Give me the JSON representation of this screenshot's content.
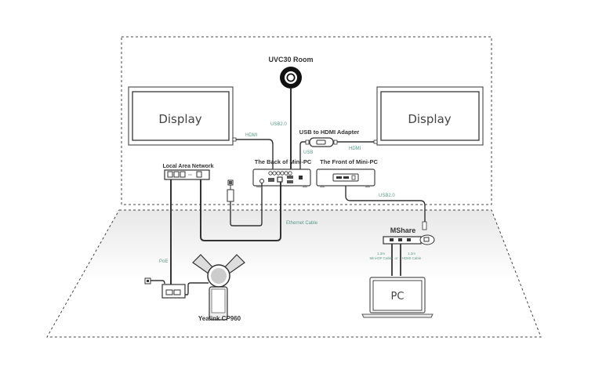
{
  "diagram": {
    "title": "Yealink room system connection diagram",
    "devices": {
      "camera": "UVC30 Room",
      "display_left": "Display",
      "display_right": "Display",
      "adapter": "USB to HDMI Adapter",
      "lan": "Local Area Network",
      "minipc_back": "The Back of Mini-PC",
      "minipc_front": "The Front of Mini-PC",
      "mshare": "MShare",
      "phone": "Yealink CP960",
      "pc": "PC"
    },
    "cables": {
      "usb20_camera": "USB2.0",
      "hdmi_left": "HDMI",
      "hdmi_right": "HDMI",
      "usb_adapter": "USB",
      "usb20_front": "USB2.0",
      "ethernet": "Ethernet Cable",
      "poe": "PoE",
      "minidp_len": "1.2m",
      "minidp": "Mini-DP Cable",
      "or": "or",
      "hdmi_len": "1.2m",
      "hdmi_cable": "HDMI Cable"
    },
    "colors": {
      "label_green": "#5a9a8a",
      "line": "#333333"
    }
  }
}
